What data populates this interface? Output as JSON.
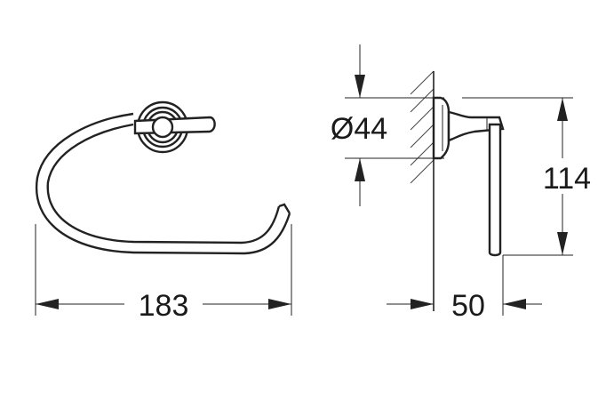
{
  "dimensions": {
    "width_front": "183",
    "diameter_prefix": "Ø",
    "diameter": "44",
    "height": "114",
    "depth": "50"
  }
}
